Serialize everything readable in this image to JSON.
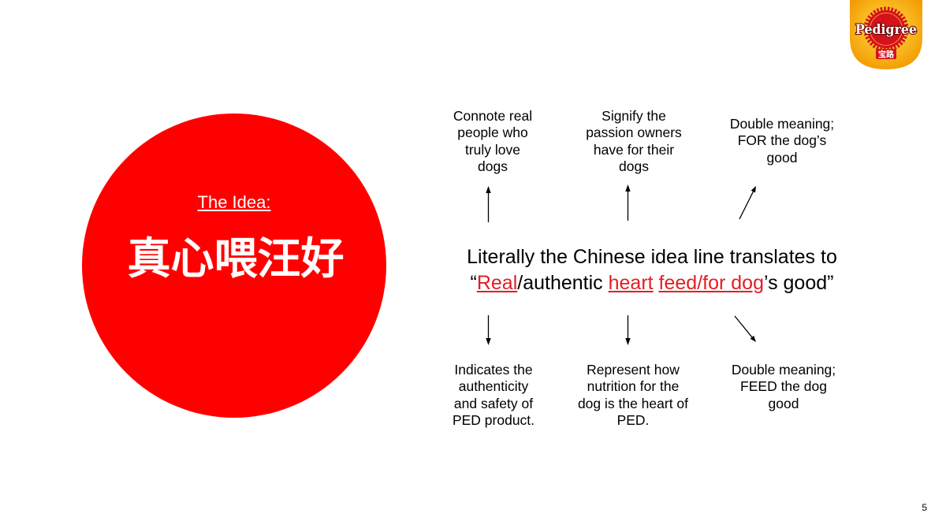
{
  "slide": {
    "page_number": "5"
  },
  "logo": {
    "brand": "Pedigree",
    "chinese_name": "宝路"
  },
  "idea": {
    "label": "The Idea:",
    "headline": "真心喂汪好"
  },
  "translation": {
    "intro": "Literally the Chinese idea line translates to",
    "segments": [
      {
        "text": "“",
        "highlight": false
      },
      {
        "text": "Real",
        "highlight": true
      },
      {
        "text": "/authentic ",
        "highlight": false
      },
      {
        "text": "heart",
        "highlight": true
      },
      {
        "text": " ",
        "highlight": false
      },
      {
        "text": "feed/for dog",
        "highlight": true
      },
      {
        "text": "’s good”",
        "highlight": false
      }
    ]
  },
  "annotations": {
    "top": [
      {
        "arrow_icon": "arrow-up-icon",
        "lines": [
          "Connote real",
          "people who",
          "truly love",
          "dogs"
        ]
      },
      {
        "arrow_icon": "arrow-up-icon",
        "lines": [
          "Signify the",
          "passion owners",
          "have for their",
          "dogs"
        ]
      },
      {
        "arrow_icon": "arrow-up-right-icon",
        "lines": [
          "Double meaning;",
          "FOR the dog’s",
          "good"
        ]
      }
    ],
    "bottom": [
      {
        "arrow_icon": "arrow-down-icon",
        "lines": [
          "Indicates the",
          "authenticity",
          "and safety of",
          "PED product."
        ]
      },
      {
        "arrow_icon": "arrow-down-icon",
        "lines": [
          "Represent how",
          "nutrition for the",
          "dog is the heart of",
          "PED."
        ]
      },
      {
        "arrow_icon": "arrow-down-right-icon",
        "lines": [
          "Double meaning;",
          "FEED the dog",
          "good"
        ]
      }
    ]
  },
  "colors": {
    "background": "#ffffff",
    "circle": "#ff0000",
    "circle_text": "#ffffff",
    "body_text": "#000000",
    "highlight_text": "#e31e24",
    "logo_gold": "#f39a00",
    "logo_light": "#ffe04a",
    "logo_red": "#d5121b"
  }
}
